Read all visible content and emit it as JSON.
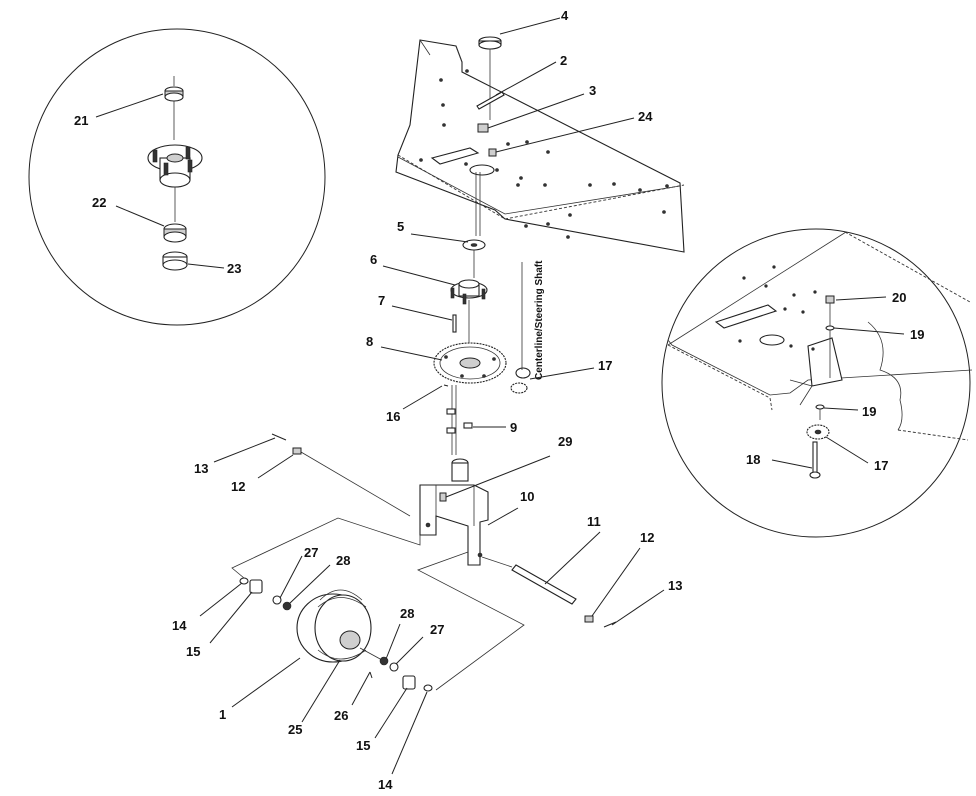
{
  "callouts": {
    "c1": "1",
    "c2": "2",
    "c3": "3",
    "c4": "4",
    "c5": "5",
    "c6": "6",
    "c7": "7",
    "c8": "8",
    "c9": "9",
    "c10": "10",
    "c11": "11",
    "c12a": "12",
    "c12b": "12",
    "c13a": "13",
    "c13b": "13",
    "c14a": "14",
    "c14b": "14",
    "c15a": "15",
    "c15b": "15",
    "c16": "16",
    "c17a": "17",
    "c17b": "17",
    "c18": "18",
    "c19a": "19",
    "c19b": "19",
    "c20": "20",
    "c21": "21",
    "c22": "22",
    "c23": "23",
    "c24": "24",
    "c25": "25",
    "c26": "26",
    "c27a": "27",
    "c27b": "27",
    "c28a": "28",
    "c28b": "28",
    "c29": "29"
  },
  "annotation": "Centerline/Steering Shaft"
}
